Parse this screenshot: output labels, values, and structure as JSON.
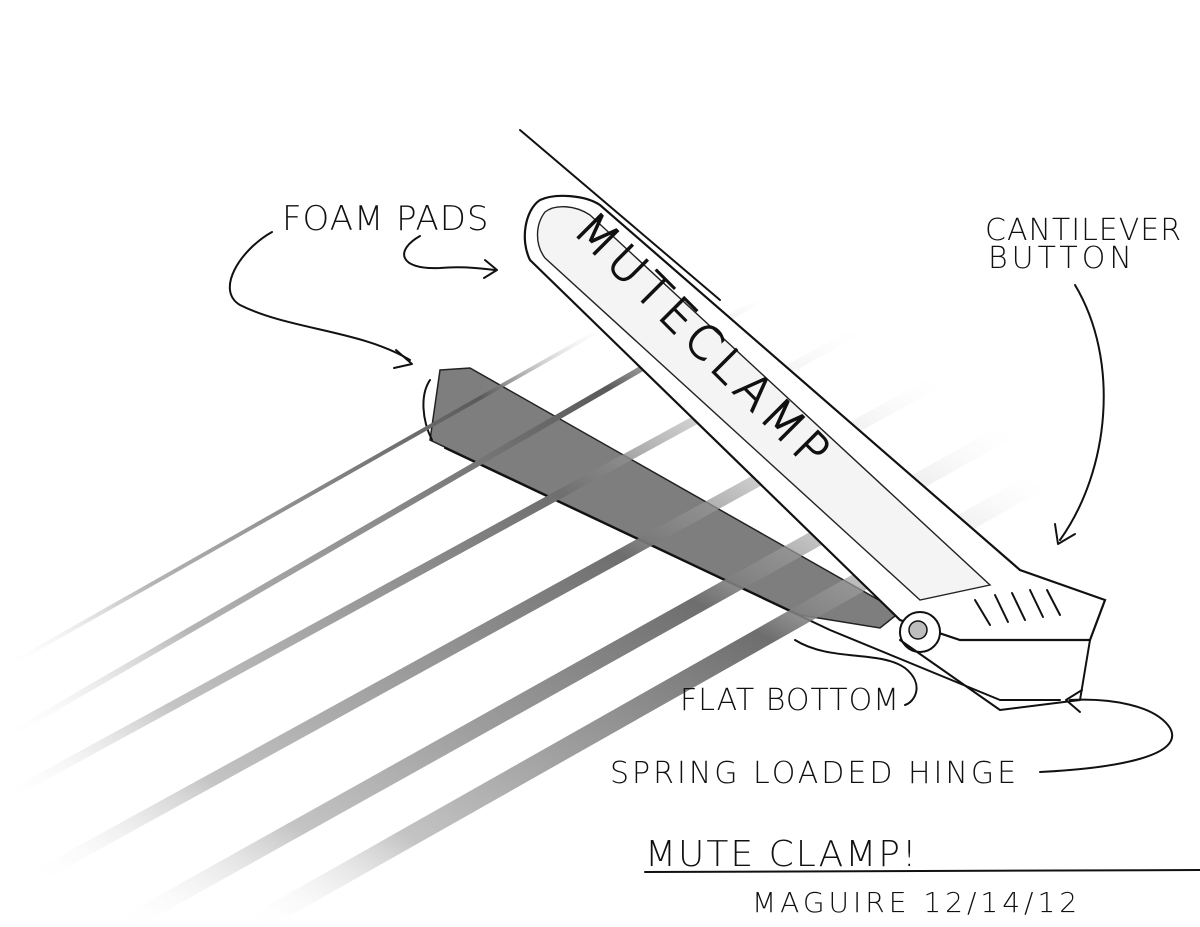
{
  "labels": {
    "foam_pads": "FOAM PADS",
    "cantilever_line1": "CANTILEVER",
    "cantilever_line2": "BUTTON",
    "flat_bottom": "FLAT BOTTOM",
    "spring_hinge": "SPRING LOADED HINGE",
    "clamp_text": "MUTECLAMP"
  },
  "title": {
    "text": "MUTE CLAMP!",
    "signature": "MAGUIRE 12/14/12"
  },
  "colors": {
    "ink": "#111111",
    "pad_shadow": "#7a7a7a",
    "string_dark": "#4a4a4a",
    "string_light": "#d9d9d9"
  }
}
